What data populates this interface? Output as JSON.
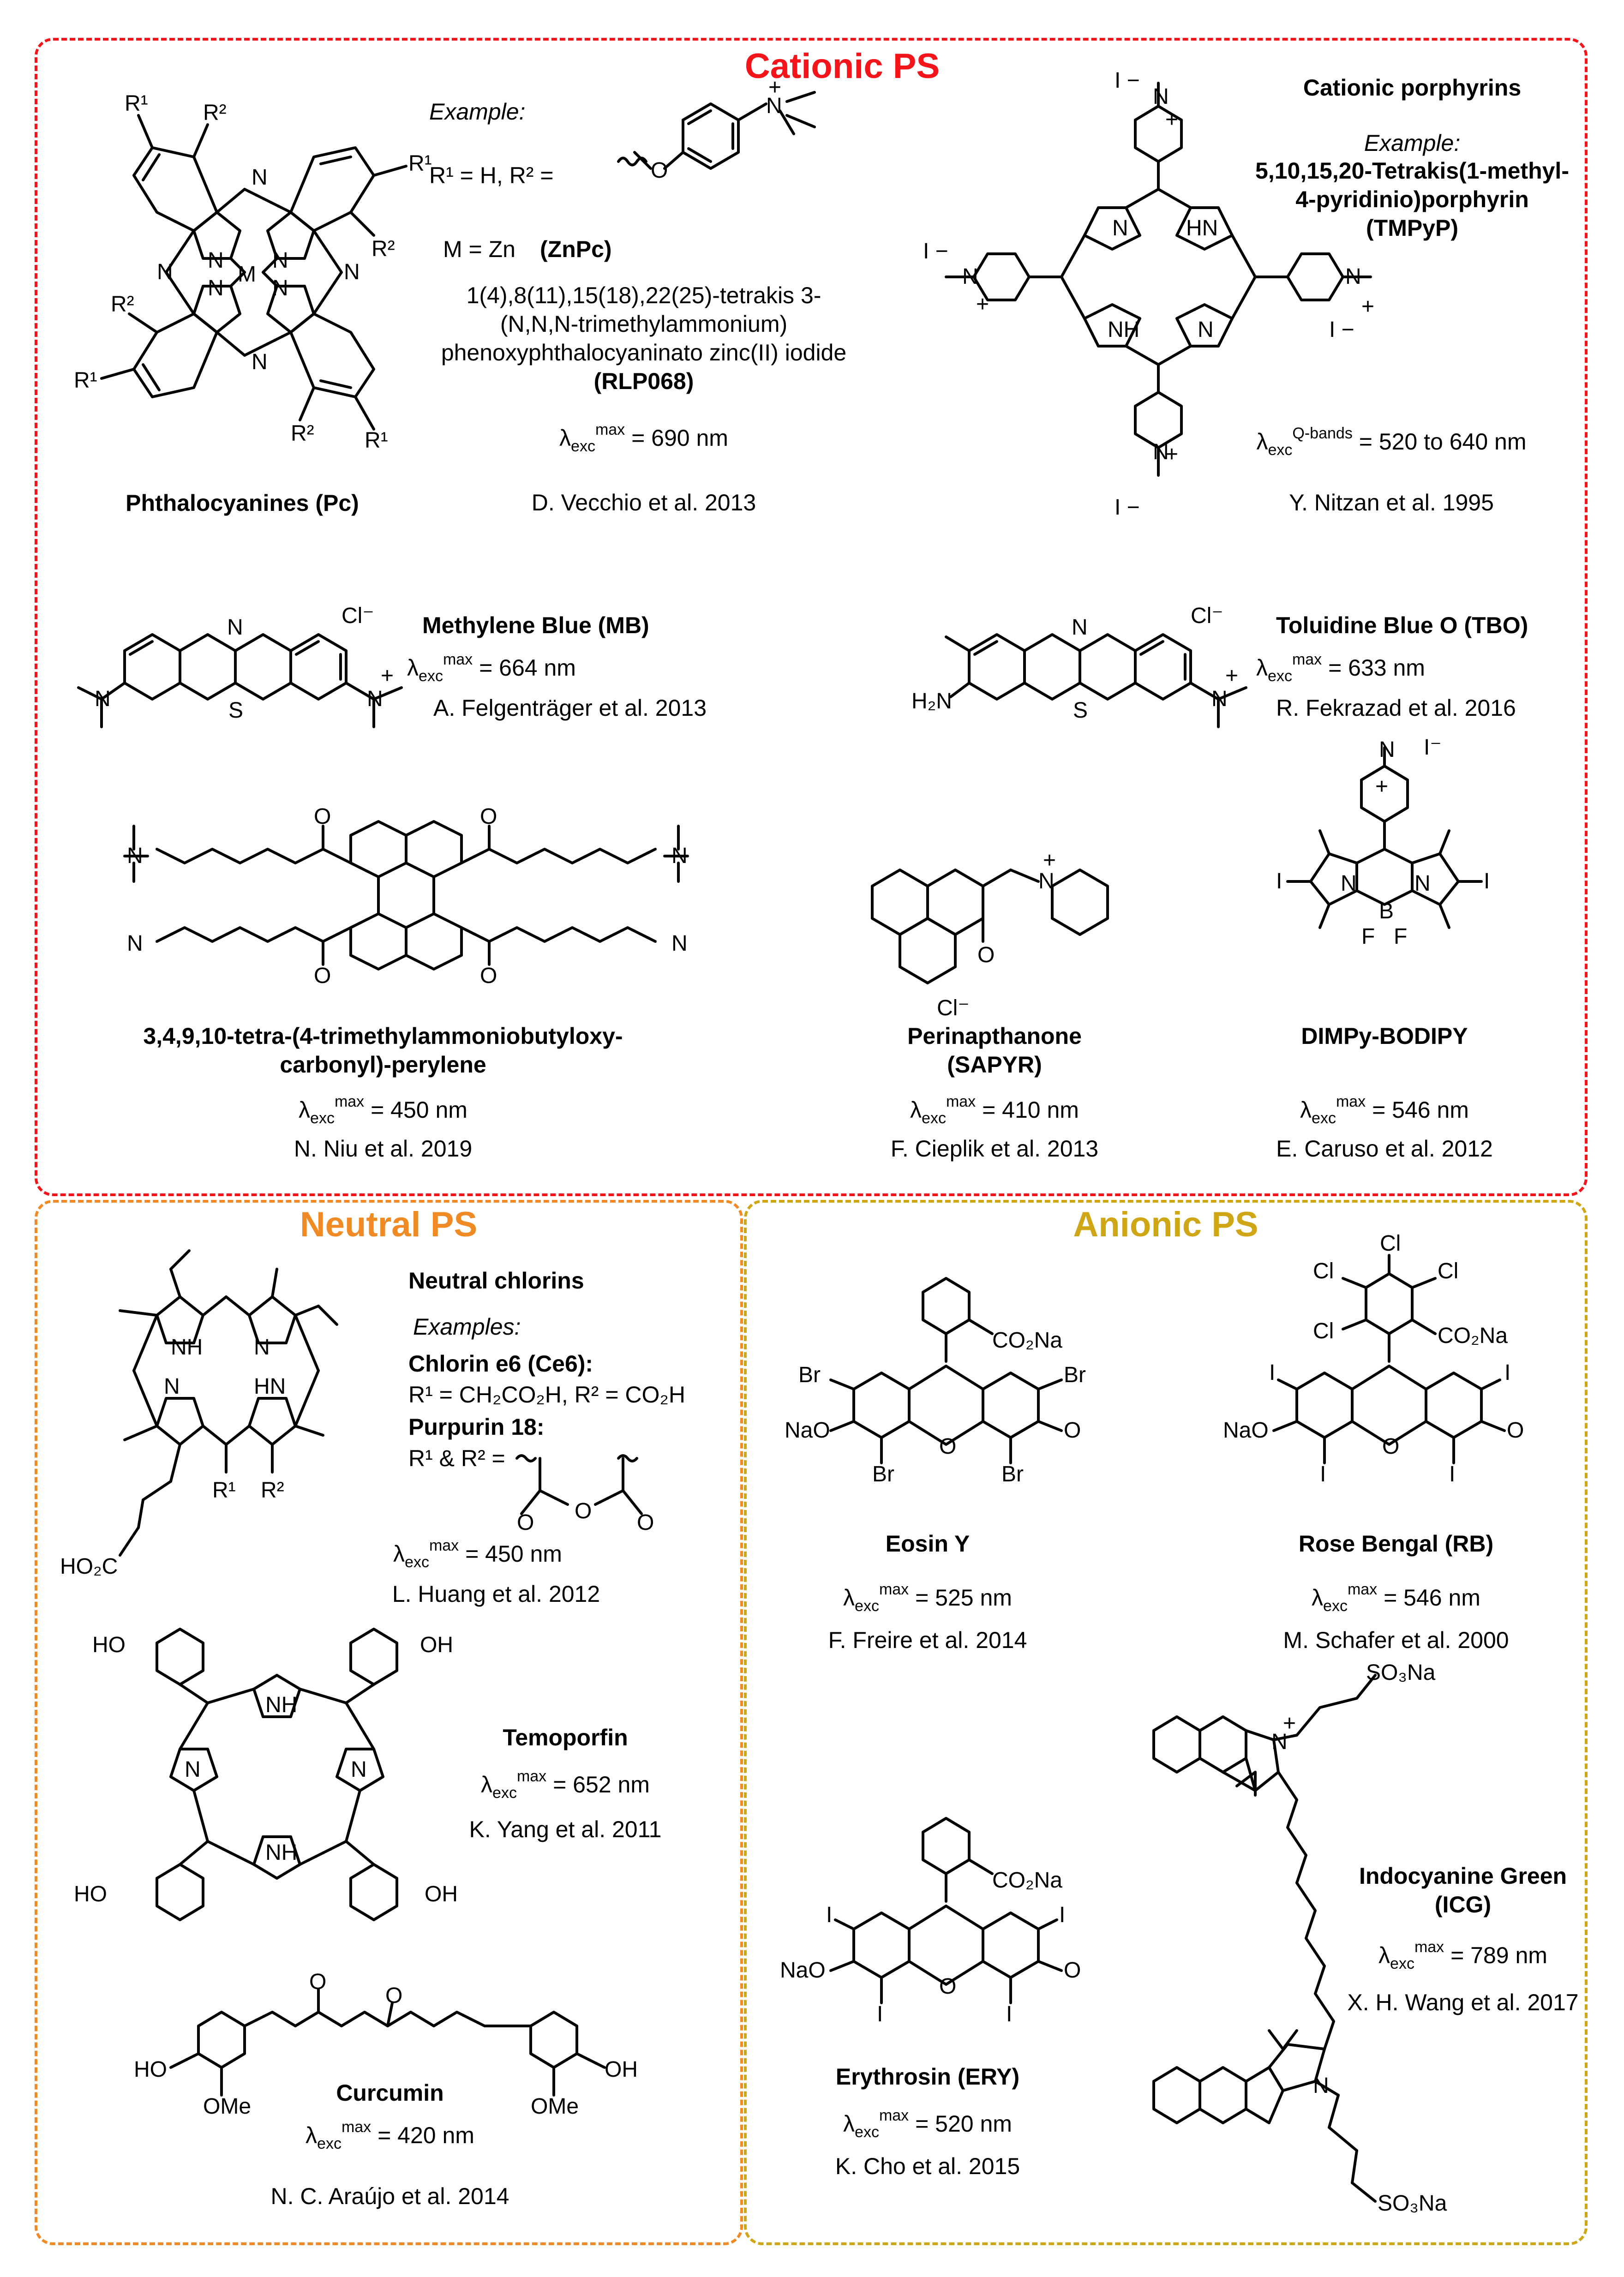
{
  "colors": {
    "cationic": "#f4151b",
    "neutral": "#f08a24",
    "anionic": "#cfa616"
  },
  "panels": {
    "cationic": "Cationic PS",
    "neutral": "Neutral PS",
    "anionic": "Anionic PS"
  },
  "pc": {
    "example": "Example:",
    "r_subst": "R¹ = H, R² =",
    "metal": "M = Zn",
    "short": "(ZnPc)",
    "name_lines": [
      "1(4),8(11),15(18),22(25)-tetrakis 3-",
      "(N,N,N-trimethylammonium)",
      "phenoxyphthalocyaninato zinc(II) iodide",
      "(RLP068)"
    ],
    "lambda": "= 690 nm",
    "class_name": "Phthalocyanines (Pc)",
    "ref": "D. Vecchio et al. 2013"
  },
  "tmpyp": {
    "class_name": "Cationic porphyrins",
    "example": "Example:",
    "name_lines": [
      "5,10,15,20-Tetrakis(1-methyl-",
      "4-pyridinio)porphyrin",
      "(TMPyP)"
    ],
    "lambda_sup": "Q-bands",
    "lambda": "= 520 to 640 nm",
    "ref": "Y. Nitzan et al. 1995"
  },
  "mb": {
    "name": "Methylene Blue (MB)",
    "lambda": "= 664 nm",
    "ref": "A. Felgenträger et al. 2013"
  },
  "tbo": {
    "name": "Toluidine Blue O (TBO)",
    "lambda": "= 633 nm",
    "ref": "R. Fekrazad et al. 2016"
  },
  "perylene": {
    "name_lines": [
      "3,4,9,10-tetra-(4-trimethylammoniobutyloxy-",
      "carbonyl)-perylene"
    ],
    "lambda": "= 450 nm",
    "ref": "N. Niu et al. 2019"
  },
  "sapyr": {
    "name_lines": [
      "Perinapthanone",
      "(SAPYR)"
    ],
    "lambda": "= 410 nm",
    "ref": "F. Cieplik et al. 2013"
  },
  "bodipy": {
    "name": "DIMPy-BODIPY",
    "lambda": "= 546 nm",
    "ref": "E. Caruso et al. 2012"
  },
  "chlorins": {
    "class_name": "Neutral chlorins",
    "examples": "Examples:",
    "ce6": "Chlorin e6 (Ce6):",
    "ce6_subst": "R¹ = CH₂CO₂H, R² = CO₂H",
    "p18": "Purpurin 18:",
    "p18_subst": "R¹ & R² =",
    "lambda": "= 450 nm",
    "ref": "L. Huang et al. 2012"
  },
  "temoporfin": {
    "name": "Temoporfin",
    "lambda": "= 652 nm",
    "ref": "K. Yang et al. 2011"
  },
  "curcumin": {
    "name": "Curcumin",
    "lambda": "= 420 nm",
    "ref": "N. C. Araújo et al. 2014"
  },
  "eosin": {
    "name": "Eosin Y",
    "lambda": "= 525 nm",
    "ref": "F. Freire et al. 2014"
  },
  "rose": {
    "name": "Rose Bengal (RB)",
    "lambda": "= 546 nm",
    "ref": "M. Schafer et al. 2000"
  },
  "ery": {
    "name": "Erythrosin (ERY)",
    "lambda": "= 520 nm",
    "ref": "K. Cho et al. 2015"
  },
  "icg": {
    "name_lines": [
      "Indocyanine Green",
      "(ICG)"
    ],
    "lambda": "= 789 nm",
    "ref": "X. H. Wang et al. 2017"
  },
  "lambda_symbol": "λ",
  "lambda_sub": "exc",
  "lambda_sup": "max",
  "atoms": {
    "N": "N",
    "M": "M",
    "O": "O",
    "S": "S",
    "B": "B",
    "F": "F",
    "I": "I",
    "Br": "Br",
    "Cl": "Cl",
    "HN": "HN",
    "NH": "NH",
    "H": "H",
    "HO": "HO",
    "OH": "OH",
    "OMe": "OMe",
    "H2N": "H₂N",
    "Na": "Na",
    "NaO": "NaO",
    "CO2Na": "CO₂Na",
    "SO3Na": "SO₃Na",
    "HO2C": "HO₂C",
    "R1": "R¹",
    "R2": "R²",
    "plus": "+",
    "minus": "−",
    "I_minus": "I −",
    "Cl_minus": "Cl⁻",
    "I_anion": "I⁻"
  }
}
